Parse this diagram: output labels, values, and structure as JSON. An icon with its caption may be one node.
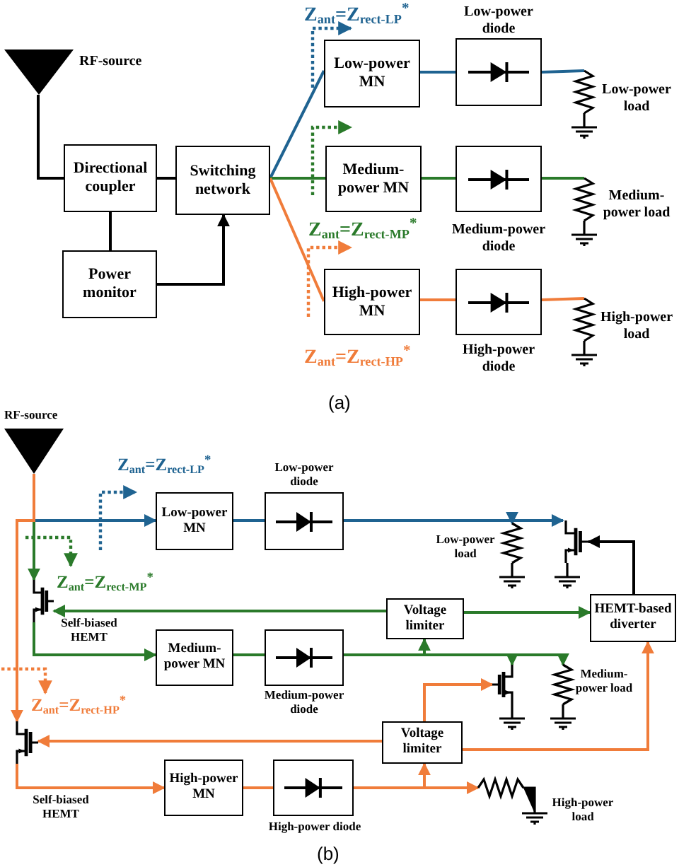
{
  "diagram": {
    "nodes": [
      {
        "text": [],
        "shape": "antenna",
        "beside": [
          "RF-source"
        ]
      },
      {
        "text": [
          "Directional coupler"
        ]
      },
      {
        "text": [
          "Switching network"
        ]
      },
      {
        "text": [
          "Power monitor"
        ]
      },
      {
        "text": [
          "Low-power MN"
        ]
      },
      {
        "text": [
          "Low-power diode"
        ]
      },
      {
        "text": [],
        "shape": "resistor",
        "beside": [
          "Low-power load"
        ]
      },
      {
        "text": [
          "Medium-power MN"
        ]
      },
      {
        "text": [
          "Medium-power diode"
        ]
      },
      {
        "text": [],
        "shape": "resistor",
        "beside": [
          "Medium-power load"
        ]
      },
      {
        "text": [
          "High-power MN"
        ]
      },
      {
        "text": [
          "High-power diode"
        ]
      },
      {
        "text": [],
        "shape": "resistor",
        "beside": [
          "High-power load"
        ]
      },
      {
        "text": [],
        "shape": "antenna",
        "beside": [
          "RF-source"
        ]
      },
      {
        "text": [
          "Low-power MN"
        ]
      },
      {
        "text": [
          "Low-power diode"
        ]
      },
      {
        "text": [],
        "shape": "resistor",
        "beside": [
          "Low-power load"
        ]
      },
      {
        "text": [],
        "shape": "transistor"
      },
      {
        "text": [
          "HEMT-based diverter"
        ]
      },
      {
        "text": [
          "Voltage limiter"
        ]
      },
      {
        "text": [],
        "shape": "transistor",
        "beside": [
          "Self-biased HEMT"
        ]
      },
      {
        "text": [
          "Medium-power MN"
        ]
      },
      {
        "text": [
          "Medium-power diode"
        ]
      },
      {
        "text": [],
        "shape": "transistor"
      },
      {
        "text": [],
        "shape": "resistor",
        "beside": [
          "Medium-power load"
        ]
      },
      {
        "text": [],
        "shape": "transistor",
        "beside": [
          "Self-biased HEMT"
        ]
      },
      {
        "text": [
          "Voltage limiter"
        ]
      },
      {
        "text": [
          "High-power MN"
        ]
      },
      {
        "text": [
          "High-power diode"
        ]
      },
      {
        "text": [],
        "shape": "resistor",
        "beside": [
          "High-power load"
        ]
      }
    ],
    "edges": [
      {
        "from": 0,
        "to": 1,
        "arrow": "none",
        "color": "#000000"
      },
      {
        "from": 1,
        "to": 2,
        "arrow": "none",
        "color": "#000000"
      },
      {
        "from": 1,
        "to": 3,
        "arrow": "none",
        "color": "#000000"
      },
      {
        "from": 3,
        "to": 2,
        "arrow": "to",
        "color": "#000000"
      },
      {
        "from": 2,
        "to": 4,
        "arrow": "none",
        "color": "#1f6391"
      },
      {
        "from": 2,
        "to": 7,
        "arrow": "none",
        "color": "#2a7a2a"
      },
      {
        "from": 2,
        "to": 10,
        "arrow": "none",
        "color": "#f07c3a"
      },
      {
        "from": 4,
        "to": 5,
        "arrow": "none",
        "color": "#1f6391"
      },
      {
        "from": 5,
        "to": 6,
        "arrow": "none",
        "color": "#1f6391"
      },
      {
        "from": 7,
        "to": 8,
        "arrow": "none",
        "color": "#2a7a2a"
      },
      {
        "from": 8,
        "to": 9,
        "arrow": "none",
        "color": "#2a7a2a"
      },
      {
        "from": 10,
        "to": 11,
        "arrow": "none",
        "color": "#f07c3a"
      },
      {
        "from": 11,
        "to": 12,
        "arrow": "none",
        "color": "#f07c3a"
      },
      {
        "from": 13,
        "to": 14,
        "arrow": "to",
        "color": "#1f6391"
      },
      {
        "from": 13,
        "to": 20,
        "arrow": "to",
        "color": "#2a7a2a"
      },
      {
        "from": 13,
        "to": 25,
        "arrow": "to",
        "color": "#f07c3a"
      },
      {
        "from": 14,
        "to": 15,
        "arrow": "none",
        "color": "#1f6391"
      },
      {
        "from": 15,
        "to": 16,
        "arrow": "to",
        "color": "#1f6391"
      },
      {
        "from": 15,
        "to": 17,
        "arrow": "to",
        "color": "#1f6391"
      },
      {
        "from": 18,
        "to": 17,
        "arrow": "to",
        "color": "#000000"
      },
      {
        "from": 19,
        "to": 20,
        "arrow": "to",
        "color": "#2a7a2a"
      },
      {
        "from": 19,
        "to": 18,
        "arrow": "to",
        "color": "#2a7a2a"
      },
      {
        "from": 20,
        "to": 21,
        "arrow": "to",
        "color": "#2a7a2a"
      },
      {
        "from": 21,
        "to": 22,
        "arrow": "none",
        "color": "#2a7a2a"
      },
      {
        "from": 22,
        "to": 19,
        "arrow": "to",
        "color": "#2a7a2a"
      },
      {
        "from": 22,
        "to": 23,
        "arrow": "to",
        "color": "#2a7a2a"
      },
      {
        "from": 22,
        "to": 24,
        "arrow": "to",
        "color": "#2a7a2a"
      },
      {
        "from": 26,
        "to": 23,
        "arrow": "to",
        "color": "#f07c3a"
      },
      {
        "from": 25,
        "to": 27,
        "arrow": "to",
        "color": "#f07c3a"
      },
      {
        "from": 26,
        "to": 25,
        "arrow": "to",
        "color": "#f07c3a"
      },
      {
        "from": 26,
        "to": 18,
        "arrow": "to",
        "color": "#f07c3a"
      },
      {
        "from": 27,
        "to": 28,
        "arrow": "none",
        "color": "#f07c3a"
      },
      {
        "from": 28,
        "to": 26,
        "arrow": "to",
        "color": "#f07c3a"
      },
      {
        "from": 28,
        "to": 29,
        "arrow": "to",
        "color": "#f07c3a"
      }
    ],
    "labels": [
      "Z$_{ant}$=Z$_{rect-LP}$$^{*}$",
      "Z$_{ant}$=Z$_{rect-MP}$$^{*}$",
      "Z$_{ant}$=Z$_{rect-HP}$$^{*}$",
      "(a)",
      "Z$_{ant}$=Z$_{rect-LP}$$^{*}$",
      "Z$_{ant}$=Z$_{rect-MP}$$^{*}$",
      "Z$_{ant}$=Z$_{rect-HP}$$^{*}$",
      "(b)"
    ]
  }
}
